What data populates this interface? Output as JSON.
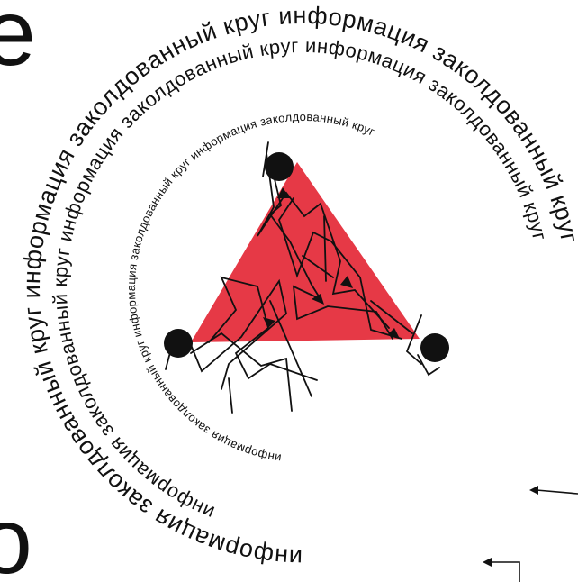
{
  "colors": {
    "triangle": "#e63946",
    "ink": "#111111",
    "background": "#ffffff"
  },
  "corner_letters": {
    "top_left": "e",
    "bottom_left": "o"
  },
  "rings": [
    {
      "id": "outer",
      "text": "информация заколдованный круг информация заколдованный круг информация заколдованный круг"
    },
    {
      "id": "middle",
      "text": "информация заколдованный круг информация заколдованный круг информация заколдованный круг"
    },
    {
      "id": "inner",
      "text": "информация заколдованный круг информация заколдованный круг информация заколдованный круг"
    }
  ],
  "icons": {
    "arrow_lower_right": "arrow-left-icon",
    "arrow_bottom": "arrow-left-icon",
    "vertex_dots": "dot-icon"
  }
}
